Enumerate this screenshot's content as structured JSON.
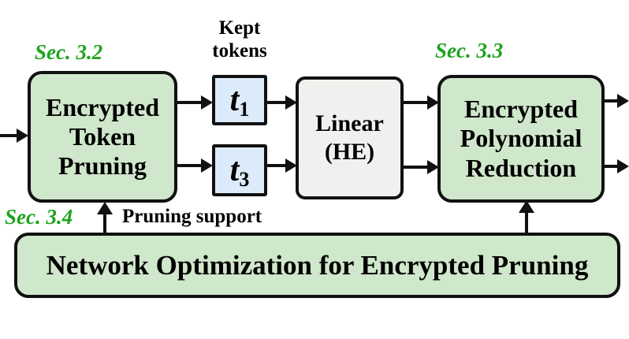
{
  "sections": {
    "s32": "Sec. 3.2",
    "s33": "Sec. 3.3",
    "s34": "Sec. 3.4"
  },
  "annotations": {
    "kept_tokens": [
      "Kept",
      "tokens"
    ],
    "pruning_support": "Pruning support"
  },
  "nodes": {
    "token_pruning": {
      "lines": [
        "Encrypted",
        "Token",
        "Pruning"
      ]
    },
    "token1": {
      "var": "t",
      "sub": "1"
    },
    "token3": {
      "var": "t",
      "sub": "3"
    },
    "linear": {
      "lines": [
        "Linear",
        "(HE)"
      ]
    },
    "poly_reduction": {
      "lines": [
        "Encrypted",
        "Polynomial",
        "Reduction"
      ]
    },
    "network_opt": {
      "label": "Network Optimization for Encrypted Pruning"
    }
  },
  "colors": {
    "node_green": "#cfe7ca",
    "token_blue": "#dcebfa",
    "linear_gray": "#f0f0ee",
    "section_label_green": "#1da31e",
    "line_black": "#111111"
  }
}
